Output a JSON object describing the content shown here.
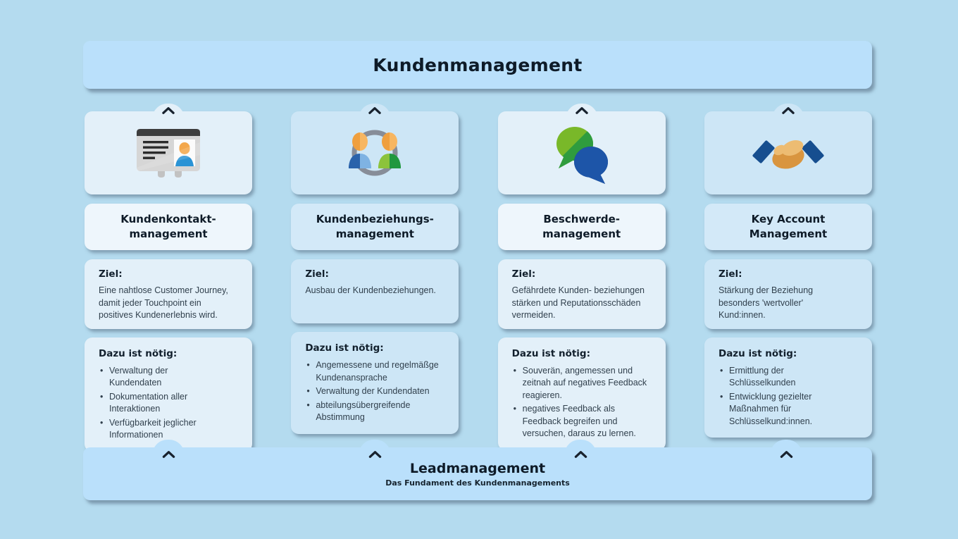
{
  "colors": {
    "background": "#b4dbef",
    "bar": "#bae0fb",
    "card_light": "#e3f0f9",
    "card_blue": "#cde6f6",
    "heading_text": "#0e1b28",
    "body_text": "#31404d",
    "caret": "#18222e"
  },
  "header": {
    "title": "Kundenmanagement"
  },
  "labels": {
    "ziel": "Ziel:",
    "dazu": "Dazu ist nötig:"
  },
  "columns": [
    {
      "icon": "contact-card-icon",
      "title": "Kundenkontakt-\nmanagement",
      "ziel": "Eine nahtlose Customer Journey,\ndamit jeder Touchpoint ein\npositives Kundenerlebnis wird.",
      "bullets": [
        "Verwaltung der\nKundendaten",
        "Dokumentation aller\nInteraktionen",
        "Verfügbarkeit jeglicher\nInformationen"
      ]
    },
    {
      "icon": "people-cycle-icon",
      "title": "Kundenbeziehungs-\nmanagement",
      "ziel": "Ausbau der Kundenbeziehungen.",
      "bullets": [
        "Angemessene und regelmäßge\nKundenansprache",
        "Verwaltung der Kundendaten",
        "abteilungsübergreifende\nAbstimmung"
      ]
    },
    {
      "icon": "speech-bubbles-icon",
      "title": "Beschwerde-\nmanagement",
      "ziel": "Gefährdete Kunden- beziehungen\nstärken und Reputationsschäden\nvermeiden.",
      "bullets": [
        "Souverän, angemessen und\nzeitnah auf negatives Feedback\nreagieren.",
        "negatives Feedback als\nFeedback begreifen und\nversuchen, daraus zu lernen."
      ]
    },
    {
      "icon": "handshake-icon",
      "title": "Key Account\nManagement",
      "ziel": "Stärkung der Beziehung\nbesonders 'wertvoller'\nKund:innen.",
      "bullets": [
        "Ermittlung der\nSchlüsselkunden",
        "Entwicklung gezielter\nMaßnahmen für\nSchlüsselkund:innen."
      ]
    }
  ],
  "footer": {
    "title": "Leadmanagement",
    "subtitle": "Das Fundament des Kundenmanagements"
  }
}
